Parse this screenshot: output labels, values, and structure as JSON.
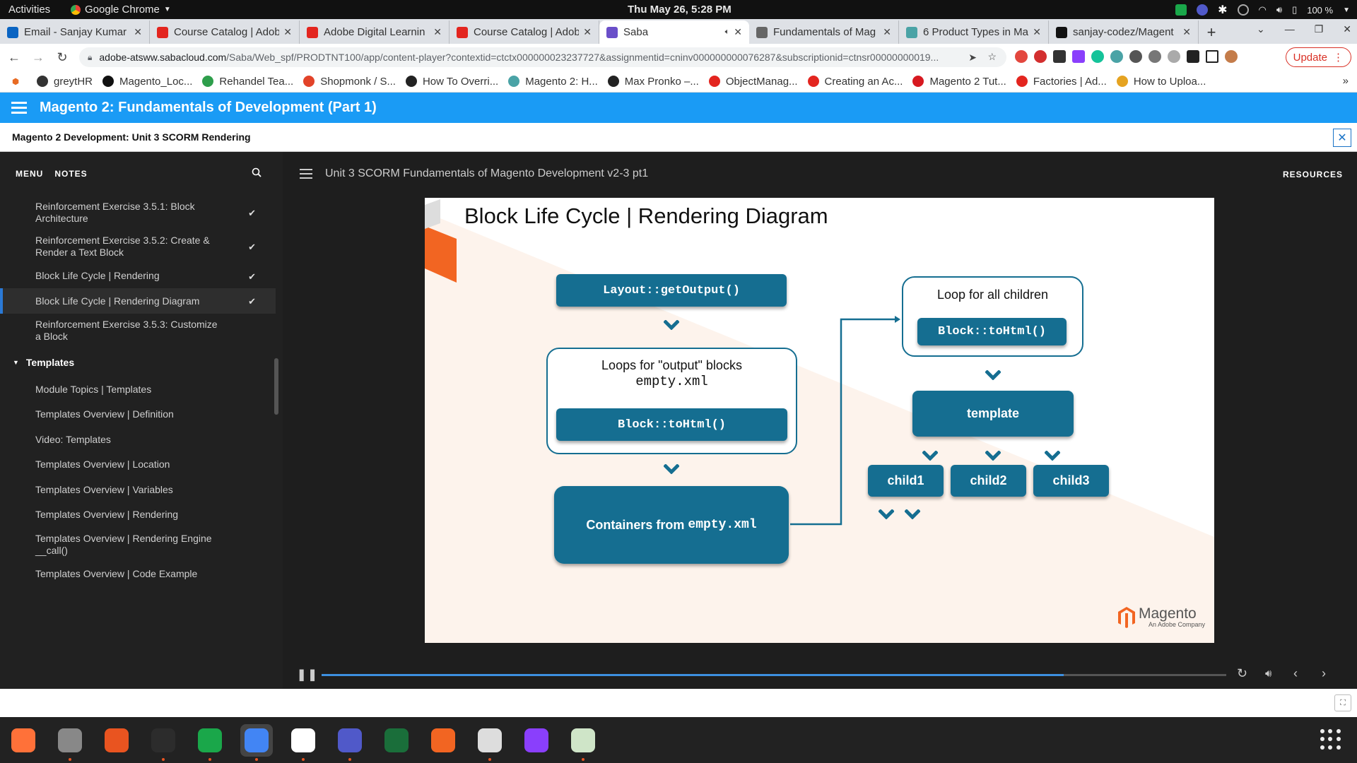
{
  "system": {
    "activities": "Activities",
    "app_name": "Google Chrome",
    "clock": "Thu May 26,  5:28 PM",
    "battery": "100 %"
  },
  "tabs": [
    {
      "title": "Email - Sanjay Kumar",
      "icon": "outlook-icon",
      "color": "#0a64c2"
    },
    {
      "title": "Course Catalog | Adob",
      "icon": "adobe-icon",
      "color": "#e3251f"
    },
    {
      "title": "Adobe Digital Learnin",
      "icon": "adobe-icon",
      "color": "#e3251f"
    },
    {
      "title": "Course Catalog | Adob",
      "icon": "adobe-icon",
      "color": "#e3251f"
    },
    {
      "title": "Saba",
      "icon": "saba-icon",
      "color": "#6a4fc9",
      "active": true
    },
    {
      "title": "Fundamentals of Mag",
      "icon": "globe-icon",
      "color": "#666666"
    },
    {
      "title": "6 Product Types in Ma",
      "icon": "m-icon",
      "color": "#4aa3a6"
    },
    {
      "title": "sanjay-codez/Magent",
      "icon": "github-icon",
      "color": "#111111"
    }
  ],
  "address": {
    "domain": "adobe-atsww.sabacloud.com",
    "path": "/Saba/Web_spf/PRODTNT100/app/content-player?contextid=ctctx000000023237727&assignmentid=cninv000000000076287&subscriptionid=ctnsr00000000019...",
    "update_label": "Update"
  },
  "bookmarks": [
    {
      "label": "greytHR",
      "icon": "greythr-icon",
      "color": "#333333"
    },
    {
      "label": "Magento_Loc...",
      "icon": "github-icon",
      "color": "#111111"
    },
    {
      "label": "Rehandel Tea...",
      "icon": "plus-icon",
      "color": "#2e9e4b"
    },
    {
      "label": "Shopmonk / S...",
      "icon": "gitlab-icon",
      "color": "#e24329"
    },
    {
      "label": "How To Overri...",
      "icon": "bookmark-icon",
      "color": "#222222"
    },
    {
      "label": "Magento 2: H...",
      "icon": "m-icon",
      "color": "#4aa3a6"
    },
    {
      "label": "Max Pronko –...",
      "icon": "mp-icon",
      "color": "#222222"
    },
    {
      "label": "ObjectManag...",
      "icon": "adobe-icon",
      "color": "#e3251f"
    },
    {
      "label": "Creating an Ac...",
      "icon": "adobe-icon",
      "color": "#e3251f"
    },
    {
      "label": "Magento 2 Tut...",
      "icon": "triangle-icon",
      "color": "#d71920"
    },
    {
      "label": "Factories | Ad...",
      "icon": "adobe-icon",
      "color": "#e3251f"
    },
    {
      "label": "How to Uploa...",
      "icon": "feather-icon",
      "color": "#e5a321"
    }
  ],
  "course": {
    "title": "Magento 2: Fundamentals of Development (Part 1)",
    "subtitle": "Magento 2 Development: Unit 3 SCORM Rendering"
  },
  "sidebar": {
    "menu_label": "MENU",
    "notes_label": "NOTES",
    "items": [
      {
        "label": "Reinforcement Exercise 3.5.1: Block Architecture",
        "done": true
      },
      {
        "label": "Reinforcement Exercise 3.5.2: Create & Render a Text Block",
        "done": true
      },
      {
        "label": "Block Life Cycle | Rendering",
        "done": true
      },
      {
        "label": "Block Life Cycle | Rendering Diagram",
        "done": true,
        "active": true
      },
      {
        "label": "Reinforcement Exercise 3.5.3: Customize a Block",
        "done": false
      },
      {
        "label": "Templates",
        "section": true
      },
      {
        "label": "Module Topics | Templates",
        "done": false
      },
      {
        "label": "Templates Overview | Definition",
        "done": false
      },
      {
        "label": "Video: Templates",
        "done": false
      },
      {
        "label": "Templates Overview | Location",
        "done": false
      },
      {
        "label": "Templates Overview | Variables",
        "done": false
      },
      {
        "label": "Templates Overview | Rendering",
        "done": false
      },
      {
        "label": "Templates Overview | Rendering Engine __call()",
        "done": false
      },
      {
        "label": "Templates Overview | Code Example",
        "done": false
      }
    ]
  },
  "player": {
    "title": "Unit 3 SCORM Fundamentals of Magento Development v2-3 pt1",
    "resources_label": "RESOURCES",
    "progress": 0.82
  },
  "slide": {
    "title": "Block Life Cycle | Rendering Diagram",
    "layout_get_output": "Layout::getOutput()",
    "loops_label": "Loops for \"output\" blocks",
    "empty_xml": "empty.xml",
    "block_tohtml": "Block::toHtml()",
    "containers_label": "Containers from ",
    "containers_file": "empty.xml",
    "loop_children_label": "Loop for all children",
    "block_tohtml_2": "Block::toHtml()",
    "template": "template",
    "child1": "child1",
    "child2": "child2",
    "child3": "child3",
    "logo_text": "Magento",
    "logo_sub": "An Adobe Company",
    "accent_color": "#156e91"
  },
  "dock": [
    {
      "name": "firefox-icon",
      "color": "#ff7139",
      "running": false
    },
    {
      "name": "files-icon",
      "color": "#888888",
      "running": true
    },
    {
      "name": "software-icon",
      "color": "#e95420",
      "running": false
    },
    {
      "name": "terminal-icon",
      "color": "#2c2c2c",
      "running": true
    },
    {
      "name": "chat-icon",
      "color": "#1aa74a",
      "running": true
    },
    {
      "name": "chrome-icon",
      "color": "#4285f4",
      "running": true,
      "selected": true
    },
    {
      "name": "slack-icon",
      "color": "#ffffff",
      "running": true
    },
    {
      "name": "teams-icon",
      "color": "#5059c9",
      "running": true
    },
    {
      "name": "camera-icon",
      "color": "#1a6e3a",
      "running": false
    },
    {
      "name": "pen-icon",
      "color": "#f26522",
      "running": false
    },
    {
      "name": "text-editor-icon",
      "color": "#dddddd",
      "running": true
    },
    {
      "name": "phpstorm-icon",
      "color": "#8a3ffc",
      "running": false
    },
    {
      "name": "screenshot-icon",
      "color": "#cfe5c8",
      "running": true
    }
  ]
}
